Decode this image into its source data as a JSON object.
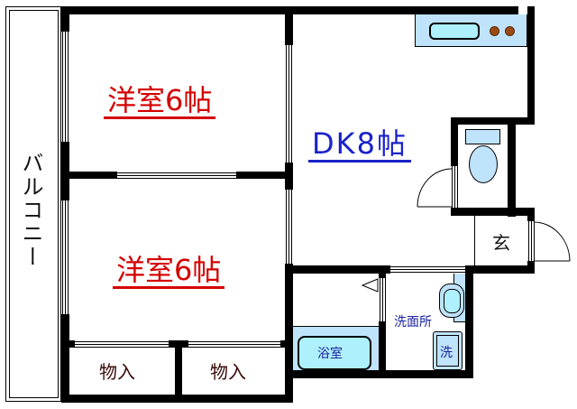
{
  "floor_plan": {
    "rooms": {
      "western_room_top": {
        "label": "洋室6帖",
        "color": "#d40000"
      },
      "western_room_bottom": {
        "label": "洋室6帖",
        "color": "#d40000"
      },
      "dining_kitchen": {
        "label": "DK8帖",
        "color": "#1a22c8"
      },
      "balcony": {
        "label": "バルコニー"
      },
      "closet_left": {
        "label": "物入"
      },
      "closet_right": {
        "label": "物入"
      },
      "entrance": {
        "label": "玄"
      },
      "bathroom": {
        "label": "浴室"
      },
      "washroom": {
        "label": "洗面所"
      },
      "washing_machine": {
        "label": "洗"
      }
    },
    "colors": {
      "wall": "#000000",
      "fixture_fill": "#bfe3fb",
      "fixture_inner": "#aef0fb",
      "stove_burner": "#9c4a12"
    }
  }
}
